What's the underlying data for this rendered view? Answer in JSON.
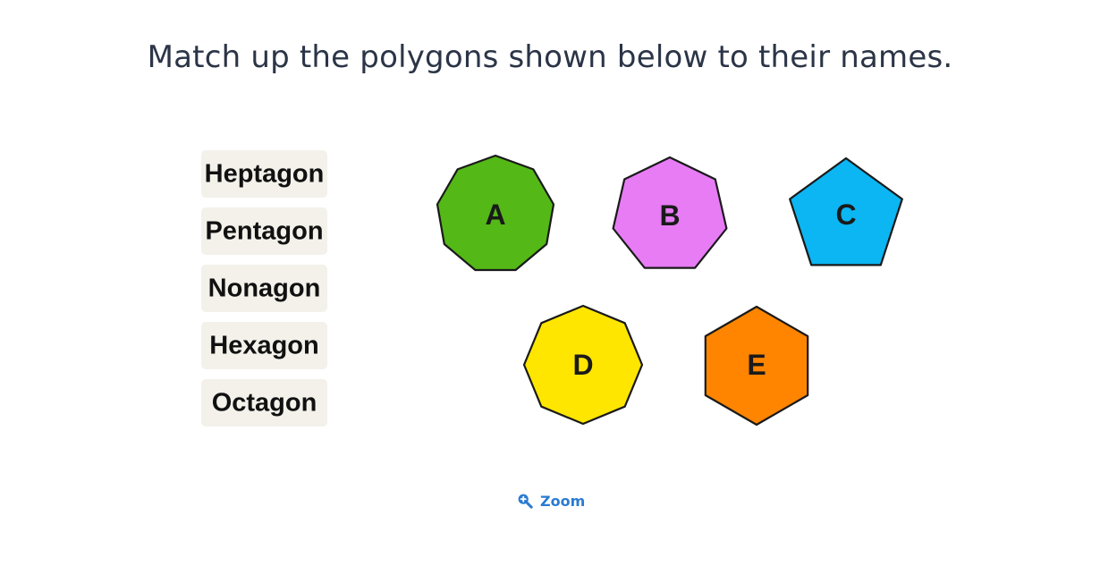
{
  "question": {
    "text": "Match up the polygons shown below to their names."
  },
  "labels": [
    {
      "text": "Heptagon"
    },
    {
      "text": "Pentagon"
    },
    {
      "text": "Nonagon"
    },
    {
      "text": "Hexagon"
    },
    {
      "text": "Octagon"
    }
  ],
  "shapes": [
    {
      "letter": "A",
      "sides": 9,
      "color": "#54b817"
    },
    {
      "letter": "B",
      "sides": 7,
      "color": "#e77cf5"
    },
    {
      "letter": "C",
      "sides": 5,
      "color": "#0bb6f3"
    },
    {
      "letter": "D",
      "sides": 8,
      "color": "#ffe600"
    },
    {
      "letter": "E",
      "sides": 6,
      "color": "#ff8500"
    }
  ],
  "zoom": {
    "label": "Zoom",
    "icon": "zoom-in-icon",
    "color": "#2b7bd1"
  }
}
